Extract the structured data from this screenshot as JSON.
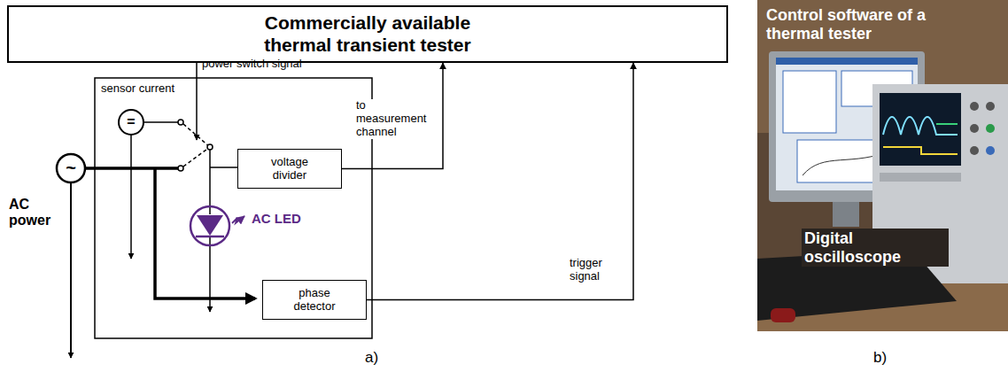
{
  "diagram": {
    "nodes": [
      {
        "text": [
          "Commercially available thermal transient tester"
        ]
      },
      {
        "text": [
          "voltage divider"
        ]
      },
      {
        "text": [
          "phase detector"
        ]
      }
    ],
    "edges": [
      {
        "from": 1,
        "to": 0,
        "arrow": "to",
        "label": "to measurement channel"
      },
      {
        "from": 2,
        "to": 0,
        "arrow": "to",
        "label": "trigger signal"
      }
    ],
    "labels": [
      "power switch signal",
      "sensor current",
      "=",
      "~",
      "AC power",
      "AC LED",
      "a)",
      "b)",
      "Control software of a thermal tester",
      "Digital oscilloscope"
    ]
  }
}
